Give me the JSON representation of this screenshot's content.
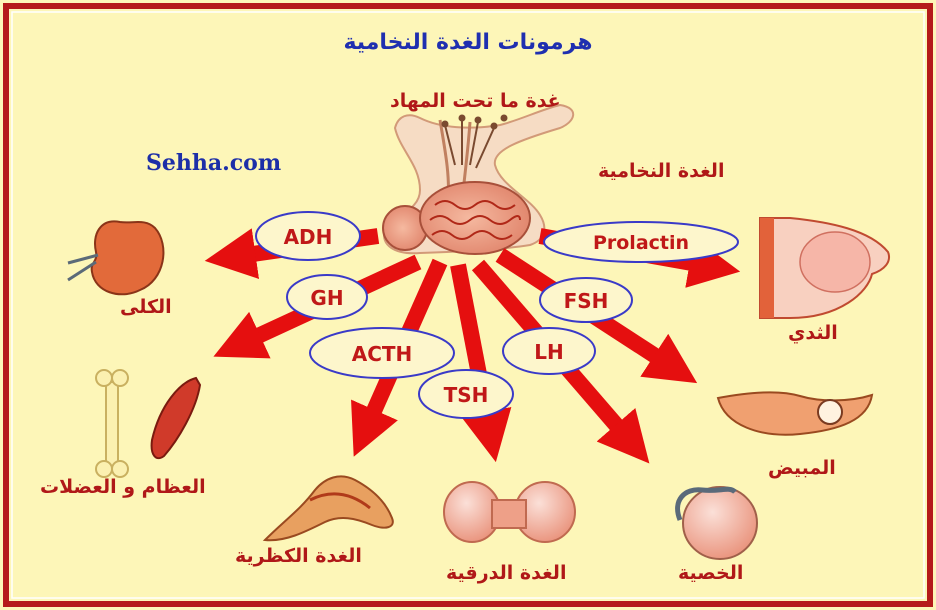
{
  "title": "هرمونات الغدة النخامية",
  "site": "Sehha.com",
  "labels": {
    "hypothalamus": "غدة ما تحت المهاد",
    "pituitary": "الغدة النخامية"
  },
  "hormones": {
    "adh": "ADH",
    "gh": "GH",
    "acth": "ACTH",
    "tsh": "TSH",
    "lh": "LH",
    "fsh": "FSH",
    "prolactin": "Prolactin"
  },
  "targets": {
    "kidney": "الكلى",
    "bones_muscles": "العظام و العضلات",
    "pancreas": "الغدة الكظرية",
    "thyroid": "الغدة الدرقية",
    "testis": "الخصية",
    "ovary": "المبيض",
    "breast": "الثدي"
  },
  "colors": {
    "background": "#fdf6b8",
    "border": "#b51a1a",
    "arrow": "#e50f0f",
    "ellipse_fill": "#fdf6cc",
    "ellipse_stroke": "#3a3ac8",
    "hormone_text": "#c01818",
    "title": "#1f2fb0"
  }
}
